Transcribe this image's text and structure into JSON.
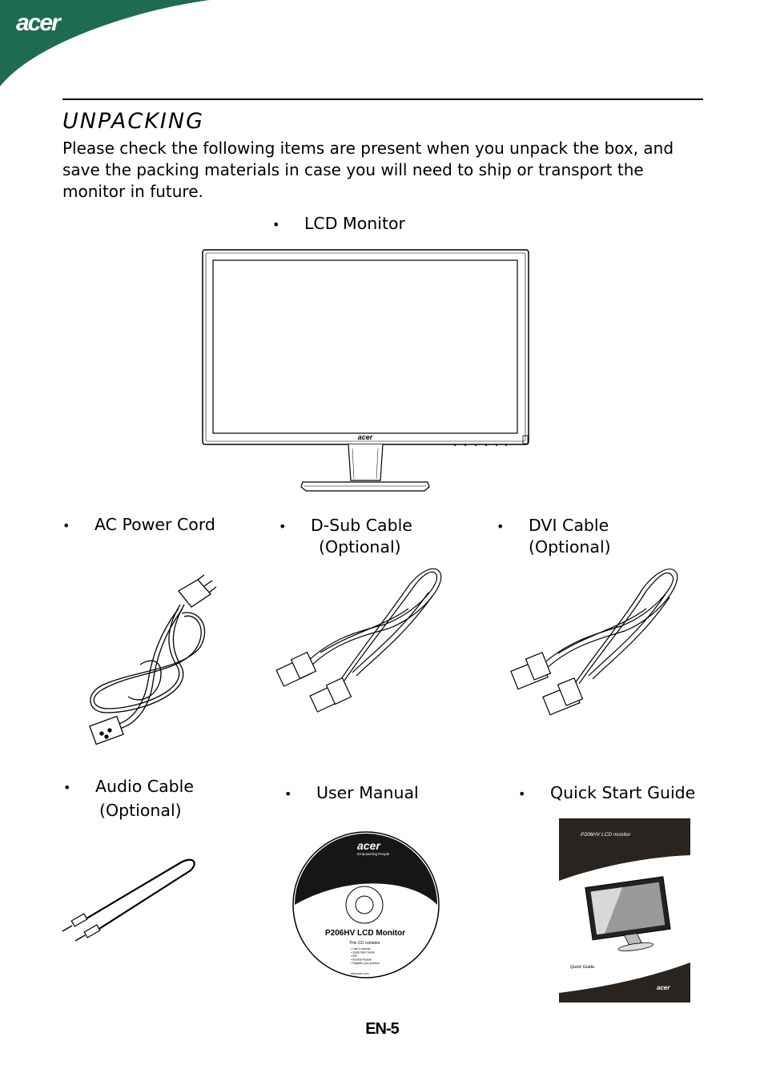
{
  "header": {
    "brand_logo_text": "acer",
    "band_color": "#1e6b52"
  },
  "section": {
    "title": "UNPACKING",
    "intro": "Please check the following items are present when you unpack the box, and save the packing materials in case you will need to ship or transport the monitor in future."
  },
  "items": {
    "lcd_monitor": {
      "label": "LCD Monitor"
    },
    "ac_power_cord": {
      "label": "AC Power Cord"
    },
    "dsub_cable": {
      "label": "D-Sub Cable",
      "note": "(Optional)"
    },
    "dvi_cable": {
      "label": "DVI Cable",
      "note": "(Optional)"
    },
    "audio_cable": {
      "label": "Audio Cable",
      "note": "(Optional)"
    },
    "user_manual": {
      "label": "User Manual",
      "cd_brand": "acer",
      "cd_tagline": "Empowering People",
      "cd_title": "P206HV LCD Monitor",
      "cd_contents_heading": "This CD contains:",
      "cd_contents": [
        "User's manual",
        "Quick Start Guide",
        "INF",
        "Acrobat Reader",
        "Register your product"
      ],
      "cd_url": "www.acer.com"
    },
    "quick_start_guide": {
      "label": "Quick Start Guide",
      "cover_title": "P206HV LCD monitor",
      "cover_subtitle": "Quick Guide",
      "cover_brand": "acer"
    }
  },
  "monitor_bezel_logo": "acer",
  "bullet": "•",
  "page_number": "EN-5"
}
